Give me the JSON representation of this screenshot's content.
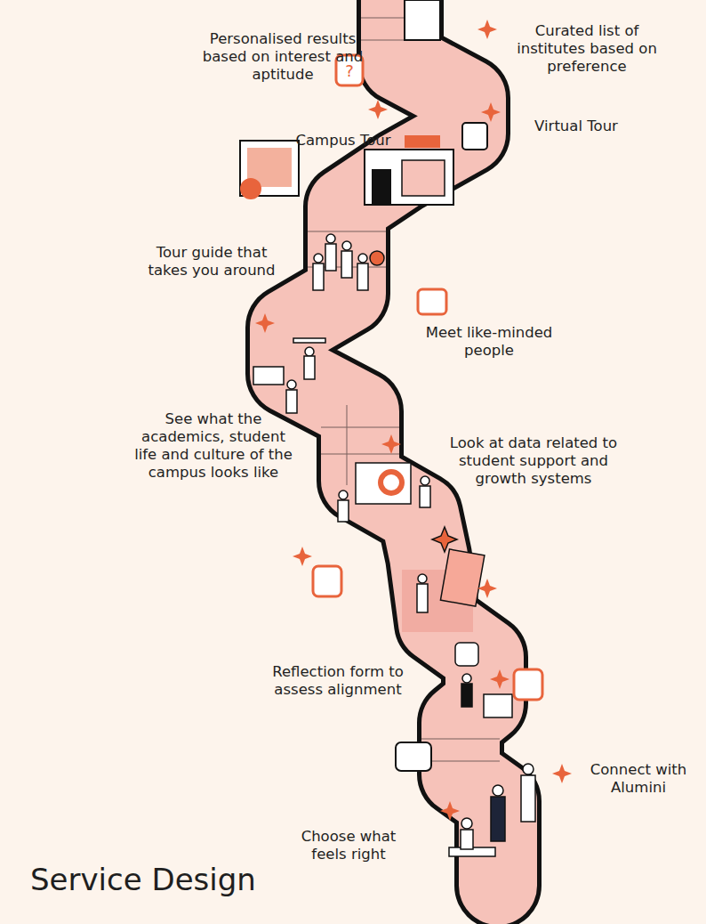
{
  "diagram": {
    "title": "Service Design",
    "labels": [
      "Personalised results based on interest and aptitude",
      "Curated list of institutes based on preference",
      "Campus Tour",
      "Virtual Tour",
      "Tour guide that takes you around",
      "Meet like-minded people",
      "See what the academics, student life and culture of the campus looks like",
      "Look at data related to student support and growth systems",
      "Reflection form to assess alignment",
      "Connect with Alumini",
      "Choose what feels right"
    ]
  }
}
